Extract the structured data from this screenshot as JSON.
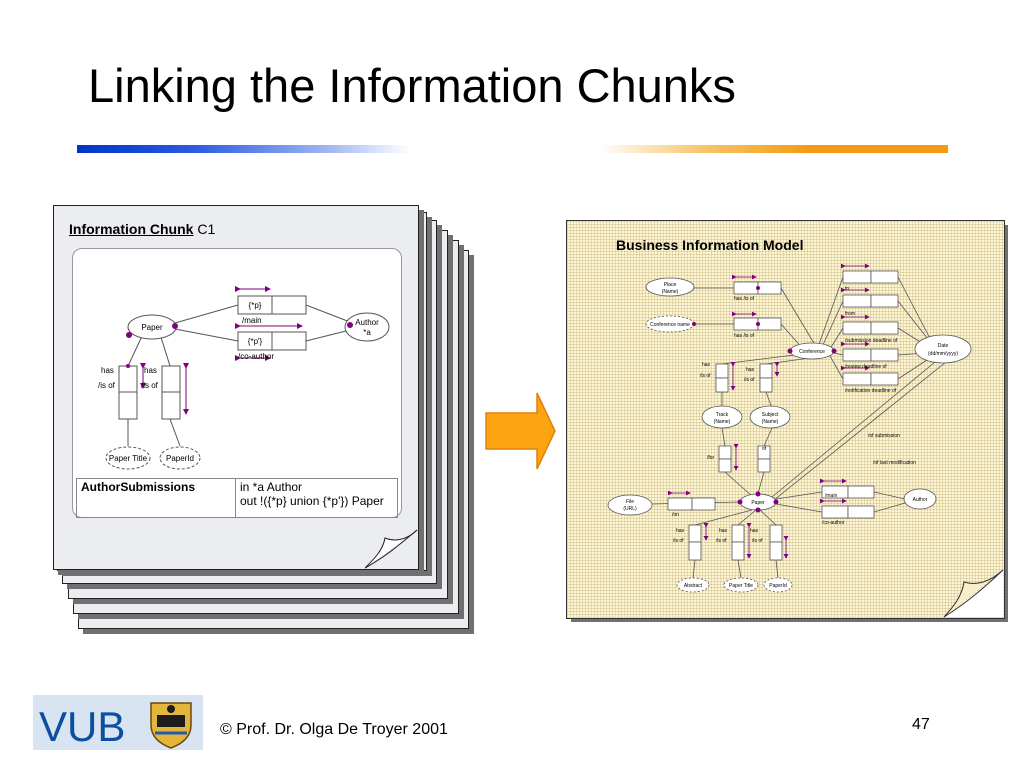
{
  "slide": {
    "title": "Linking the Information Chunks",
    "footer": "© Prof. Dr. Olga De Troyer 2001",
    "page_number": "47",
    "logo_text": "VUB"
  },
  "chunk": {
    "heading_bold": "Information Chunk",
    "heading_rest": " C1",
    "paper": "Paper",
    "author_line1": "Author",
    "author_line2": "*a",
    "role_p": "{*p}",
    "role_main": "/main",
    "role_pp": "{*p'}",
    "role_coauthor": "/co-author",
    "has1": "has",
    "isof1": "/is of",
    "has2": "has",
    "isof2": "/is of",
    "paper_title": "Paper Title",
    "paper_id": "PaperId",
    "table_name": "AuthorSubmissions",
    "table_in": "in *a Author",
    "table_out": "out !({*p} union {*p'}) Paper"
  },
  "bim": {
    "title": "Business Information Model",
    "place_line1": "Place",
    "place_line2": "(Name)",
    "conf_name": "Conference name",
    "has_isof_a": "has /is of",
    "has_isof_b": "has /is of",
    "conference": "Conference",
    "to": "to",
    "from": "from",
    "submission_deadline": "/submission deadline of",
    "review_deadline": "/review deadline of",
    "notification_deadline": "/notification deadline of",
    "date_line1": "Date",
    "date_line2": "(dd/mm/yyyy)",
    "track_has": "has",
    "track_isof": "/is of",
    "subj_has": "has",
    "subj_isof": "/is of",
    "track_line1": "Track",
    "track_line2": "(Name)",
    "subject_line1": "Subject",
    "subject_line2": "(Name)",
    "of_submission": "/of submission",
    "of_last_mod": "/of last modification",
    "of": "of",
    "for": "/for",
    "file_line1": "File",
    "file_line2": "(URL)",
    "on": "/on",
    "paper": "Paper",
    "main": "/main",
    "author": "Author",
    "coauthor": "/co-author",
    "b_has1": "has",
    "b_isof1": "/is of",
    "b_has2": "has",
    "b_isof2": "/is of",
    "b_has3": "has",
    "b_isof3": "/is of",
    "abstract": "Abstract",
    "paper_title": "Paper Title",
    "paper_id": "PaperId"
  }
}
